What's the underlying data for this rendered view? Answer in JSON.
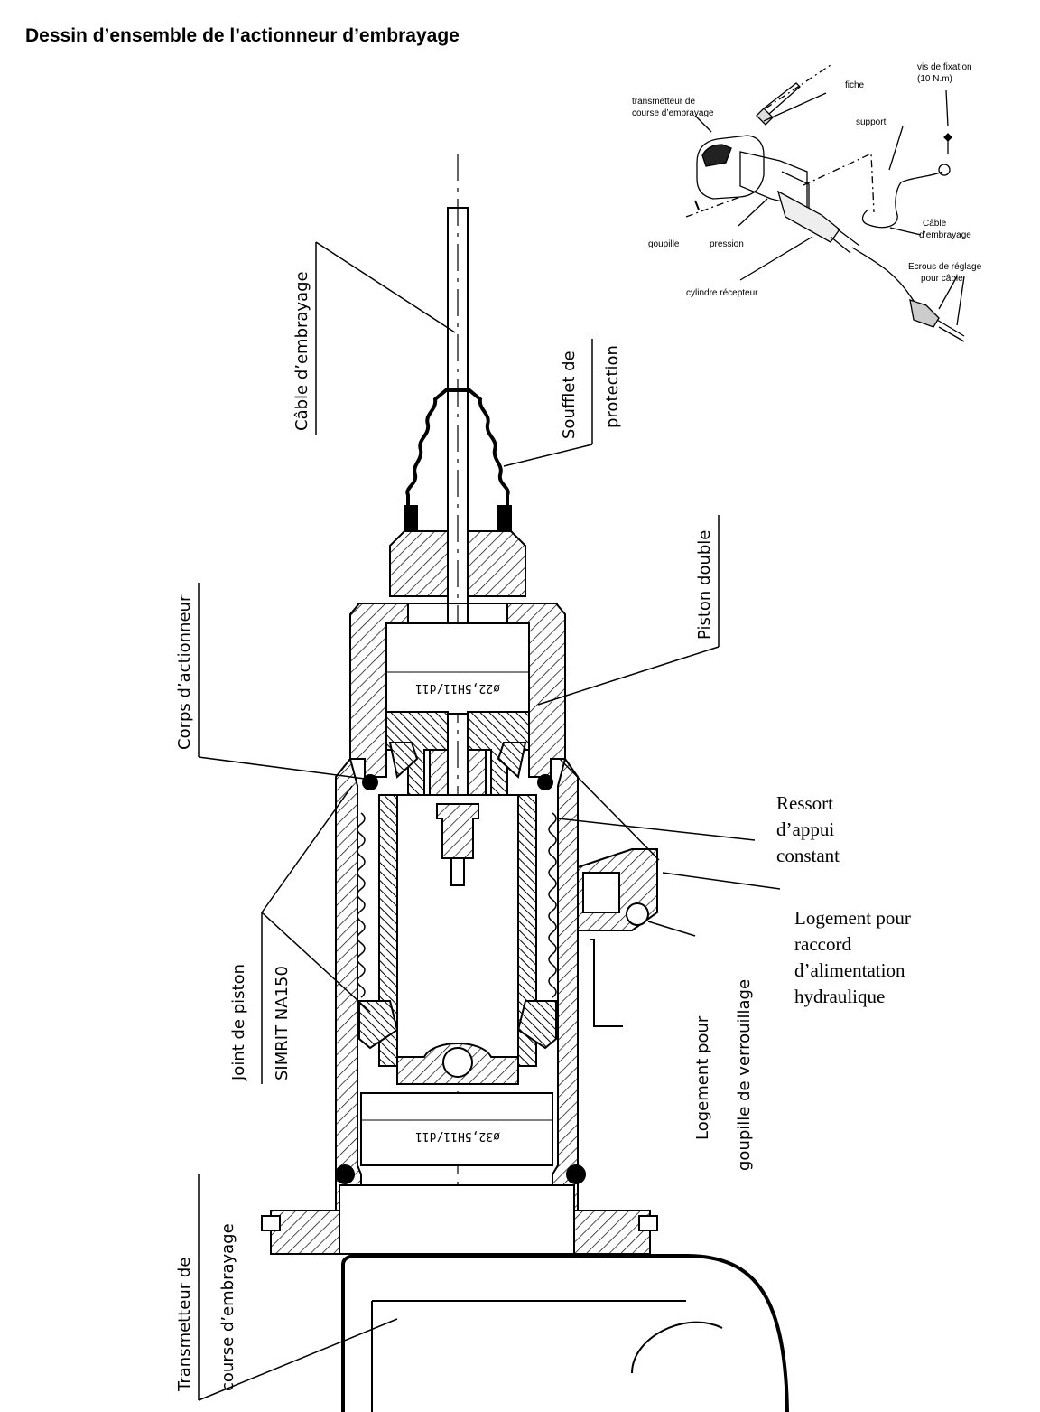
{
  "title": "Dessin d’ensemble de l’actionneur d’embrayage",
  "inset": {
    "fiche": "fiche",
    "vis_line1": "vis de fixation",
    "vis_line2": "(10 N.m)",
    "transmetteur_line1": "transmetteur de",
    "transmetteur_line2": "course d’embrayage",
    "support": "support",
    "cable_line1": "Câble",
    "cable_line2": "d’embrayage",
    "goupille": "goupille",
    "pression": "pression",
    "ecrous_line1": "Ecrous de réglage",
    "ecrous_line2": "pour câble",
    "cylindre": "cylindre récepteur"
  },
  "labels": {
    "cable_embrayage": "Câble d’embrayage",
    "soufflet_line1": "Soufflet de",
    "soufflet_line2": "protection",
    "piston_double": "Piston double",
    "corps": "Corps d’actionneur",
    "ressort_line1": "Ressort",
    "ressort_line2": "d’appui",
    "ressort_line3": "constant",
    "logement_raccord_line1": "Logement pour",
    "logement_raccord_line2": "raccord",
    "logement_raccord_line3": "d’alimentation",
    "logement_raccord_line4": "hydraulique",
    "joint_line1": "Joint de piston",
    "joint_line2": "SIMRIT NA150",
    "logement_goupille_line1": "Logement pour",
    "logement_goupille_line2": "goupille de verrouillage",
    "transmetteur_line1": "Transmetteur de",
    "transmetteur_line2": "course d’embrayage",
    "dim_upper": "ø22,5H11/d11",
    "dim_lower": "ø32,5H11/d11"
  }
}
